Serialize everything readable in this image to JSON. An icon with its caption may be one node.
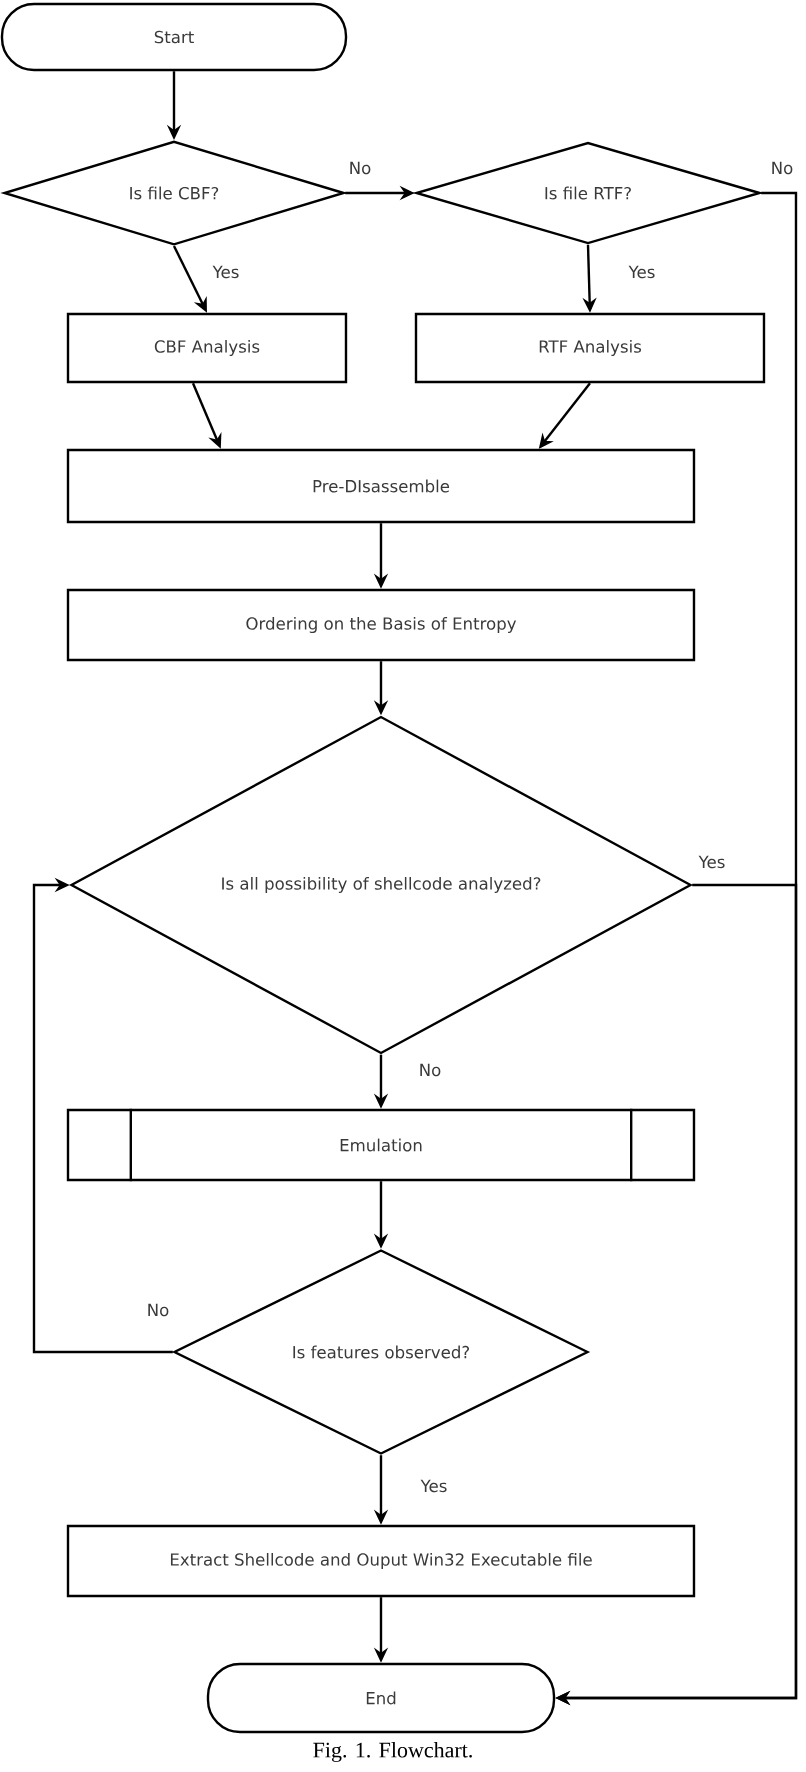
{
  "diagram": {
    "caption": "Fig. 1. Flowchart.",
    "nodes": [
      {
        "text": [
          "Start"
        ]
      },
      {
        "text": [
          "Is file CBF?"
        ]
      },
      {
        "text": [
          "Is file RTF?"
        ]
      },
      {
        "text": [
          "CBF Analysis"
        ]
      },
      {
        "text": [
          "RTF Analysis"
        ]
      },
      {
        "text": [
          "Pre-DIsassemble"
        ]
      },
      {
        "text": [
          "Ordering on the Basis of Entropy"
        ]
      },
      {
        "text": [
          "Is all possibility of shellcode analyzed?"
        ]
      },
      {
        "text": [
          "Emulation"
        ]
      },
      {
        "text": [
          "Is features observed?"
        ]
      },
      {
        "text": [
          "Extract Shellcode and Ouput Win32 Executable file"
        ]
      },
      {
        "text": [
          "End"
        ]
      }
    ],
    "edges": [
      {
        "from": 0,
        "to": 1,
        "arrow": "to"
      },
      {
        "from": 1,
        "to": 2,
        "arrow": "to",
        "label": "No"
      },
      {
        "from": 1,
        "to": 3,
        "arrow": "to",
        "label": "Yes"
      },
      {
        "from": 2,
        "to": 4,
        "arrow": "to",
        "label": "Yes"
      },
      {
        "from": 2,
        "to": 11,
        "arrow": "to",
        "label": "No"
      },
      {
        "from": 3,
        "to": 5,
        "arrow": "to"
      },
      {
        "from": 4,
        "to": 5,
        "arrow": "to"
      },
      {
        "from": 5,
        "to": 6,
        "arrow": "to"
      },
      {
        "from": 6,
        "to": 7,
        "arrow": "to"
      },
      {
        "from": 7,
        "to": 11,
        "arrow": "to",
        "label": "Yes"
      },
      {
        "from": 7,
        "to": 8,
        "arrow": "to",
        "label": "No"
      },
      {
        "from": 8,
        "to": 9,
        "arrow": "to"
      },
      {
        "from": 9,
        "to": 7,
        "arrow": "to",
        "label": "No"
      },
      {
        "from": 9,
        "to": 10,
        "arrow": "to",
        "label": "Yes"
      },
      {
        "from": 10,
        "to": 11,
        "arrow": "to"
      }
    ]
  }
}
